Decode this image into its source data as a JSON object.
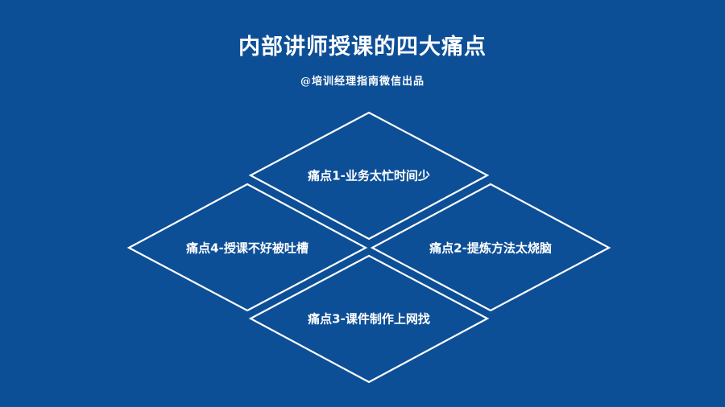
{
  "title": "内部讲师授课的四大痛点",
  "subtitle": "@培训经理指南微信出品",
  "diagram": {
    "type": "four-diamond-grid",
    "colors": {
      "background": "#0d4f97",
      "stroke": "#ffffff",
      "text": "#ffffff"
    },
    "items": [
      {
        "position": "top",
        "label": "痛点1-业务太忙时间少"
      },
      {
        "position": "right",
        "label": "痛点2-提炼方法太烧脑"
      },
      {
        "position": "bottom",
        "label": "痛点3-课件制作上网找"
      },
      {
        "position": "left",
        "label": "痛点4-授课不好被吐槽"
      }
    ]
  }
}
